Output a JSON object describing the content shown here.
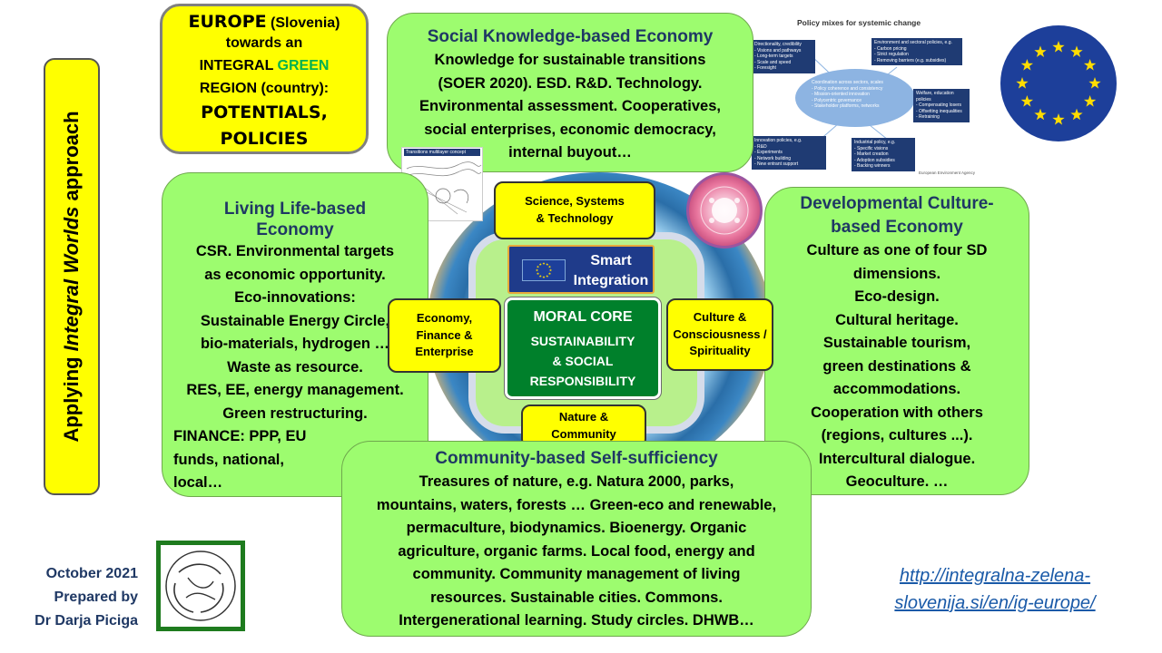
{
  "vertical_title": {
    "prefix": "Applying ",
    "emph": "Integral Worlds",
    "suffix": " approach"
  },
  "europe": {
    "line1_big": "EUROPE",
    "line1_small": " (Slovenia)",
    "line2": "towards an",
    "line3_a": "INTEGRAL ",
    "line3_green": "GREEN",
    "line4": "REGION (country):",
    "line5": "POTENTIALS,",
    "line6": "POLICIES"
  },
  "social": {
    "title": "Social Knowledge-based Economy",
    "lines": [
      "Knowledge for sustainable transitions",
      "(SOER 2020). ESD. R&D. Technology.",
      "Environmental assessment. Cooperatives,",
      "social enterprises, economic democracy,",
      "internal buyout…"
    ]
  },
  "living": {
    "title_lines": [
      "Living Life-based",
      "Economy"
    ],
    "lines": [
      "CSR.  Environmental targets",
      "as economic opportunity.",
      "Eco-innovations:",
      "Sustainable Energy Circle,",
      "bio-materials,  hydrogen …",
      "Waste as resource.",
      "RES, EE, energy management.",
      "Green restructuring."
    ],
    "finance_lines": [
      "FINANCE: PPP, EU",
      "funds, national,",
      "local…"
    ]
  },
  "developmental": {
    "title_lines": [
      "Developmental Culture-",
      "based Economy"
    ],
    "lines": [
      "Culture as one of four SD",
      "dimensions.",
      "Eco-design.",
      "Cultural heritage.",
      "Sustainable tourism,",
      "green destinations &",
      "accommodations.",
      "Cooperation with others",
      "(regions, cultures ...).",
      "Intercultural dialogue.",
      "Geoculture. …"
    ]
  },
  "community": {
    "title": "Community-based Self-sufficiency",
    "lines": [
      "Treasures of nature, e.g. Natura 2000, parks,",
      "mountains, waters, forests … Green-eco and renewable,",
      "permaculture, biodynamics. Bioenergy. Organic",
      "agriculture, organic farms. Local food, energy and",
      "community. Community management of living",
      "resources. Sustainable cities. Commons.",
      "Intergenerational learning. Study circles. DHWB…"
    ]
  },
  "core": {
    "science": [
      "Science, Systems",
      "& Technology"
    ],
    "economy": [
      "Economy,",
      "Finance &",
      "Enterprise"
    ],
    "culture": [
      "Culture &",
      "Consciousness /",
      "Spirituality"
    ],
    "nature": [
      "Nature &",
      "Community"
    ],
    "smart": [
      "Smart",
      "Integration"
    ],
    "moral_title": "MORAL CORE",
    "moral_lines": [
      "SUSTAINABILITY",
      "& SOCIAL",
      "RESPONSIBILITY"
    ]
  },
  "policy_mix": {
    "title": "Policy mixes for systemic change",
    "box_directionality": [
      "Directionality, credibility",
      "- Visions and pathways",
      "- Long-term targets",
      "- Scale and speed",
      "- Foresight"
    ],
    "box_environment": [
      "Environment and sectoral policies, e.g.",
      "- Carbon pricing",
      "- Strict regulation",
      "- Removing barriers (e.g. subsidies)"
    ],
    "box_coordination": [
      "Coordination across sectors, scales",
      "- Policy coherence and consistency",
      "- Mission-oriented innovation",
      "- Polycentric governance",
      "- Stakeholder platforms, networks"
    ],
    "box_welfare": [
      "Welfare, education policies",
      "- Compensating losers",
      "- Offsetting inequalities",
      "- Retraining"
    ],
    "box_innovation": [
      "Innovation policies, e.g.",
      "- R&D",
      "- Experiments",
      "- Network building",
      "- New entrant support"
    ],
    "box_industrial": [
      "Industrial policy, e.g.",
      "- Specific visions",
      "- Market creation",
      "- Adoption subsidies",
      "- Backing winners"
    ],
    "footer": "European Environment Agency"
  },
  "transitions_thumb": {
    "title": "Transitions multilayer concept"
  },
  "footer": {
    "lines": [
      "October 2021",
      "Prepared by",
      "Dr Darja Piciga"
    ],
    "url_lines": [
      "http://integralna-zelena-",
      "slovenija.si/en/ig-europe/"
    ]
  },
  "colors": {
    "green_box": "#9dfc6f",
    "yellow": "#ffff00",
    "heading": "#1f3864",
    "moral_core": "#00802b",
    "eu_blue": "#1d3f9a",
    "eu_star": "#ffdd00",
    "link": "#1a5aa8"
  }
}
